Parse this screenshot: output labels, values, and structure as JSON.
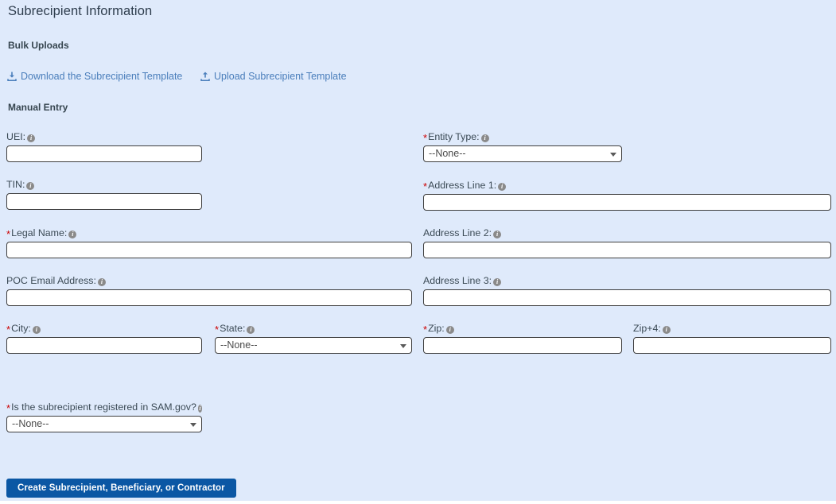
{
  "page": {
    "title": "Subrecipient Information",
    "background_color": "#dfeafb"
  },
  "sections": {
    "bulk_uploads_label": "Bulk Uploads",
    "manual_entry_label": "Manual Entry"
  },
  "bulk_links": [
    {
      "label": "Download the Subrecipient Template",
      "icon": "download-icon",
      "color": "#4a7ebb"
    },
    {
      "label": "Upload Subrecipient Template",
      "icon": "upload-icon",
      "color": "#4a7ebb"
    }
  ],
  "fields": {
    "uei": {
      "label": "UEI:",
      "required": false,
      "value": "",
      "type": "text"
    },
    "tin": {
      "label": "TIN:",
      "required": false,
      "value": "",
      "type": "text"
    },
    "legal_name": {
      "label": "Legal Name:",
      "required": true,
      "value": "",
      "type": "text"
    },
    "poc_email": {
      "label": "POC Email Address:",
      "required": false,
      "value": "",
      "type": "text"
    },
    "entity_type": {
      "label": "Entity Type:",
      "required": true,
      "value": "--None--",
      "type": "select"
    },
    "address_line_1": {
      "label": "Address Line 1:",
      "required": true,
      "value": "",
      "type": "text"
    },
    "address_line_2": {
      "label": "Address Line 2:",
      "required": false,
      "value": "",
      "type": "text"
    },
    "address_line_3": {
      "label": "Address Line 3:",
      "required": false,
      "value": "",
      "type": "text"
    },
    "city": {
      "label": "City:",
      "required": true,
      "value": "",
      "type": "text"
    },
    "state": {
      "label": "State:",
      "required": true,
      "value": "--None--",
      "type": "select"
    },
    "zip": {
      "label": "Zip:",
      "required": true,
      "value": "",
      "type": "text"
    },
    "zip4": {
      "label": "Zip+4:",
      "required": false,
      "value": "",
      "type": "text"
    },
    "sam_registered": {
      "label": "Is the subrecipient registered in SAM.gov?",
      "required": true,
      "value": "--None--",
      "type": "select"
    }
  },
  "submit": {
    "label": "Create Subrecipient, Beneficiary, or Contractor",
    "color": "#0b57a4"
  },
  "icons": {
    "info": "i",
    "required_marker": "*"
  }
}
